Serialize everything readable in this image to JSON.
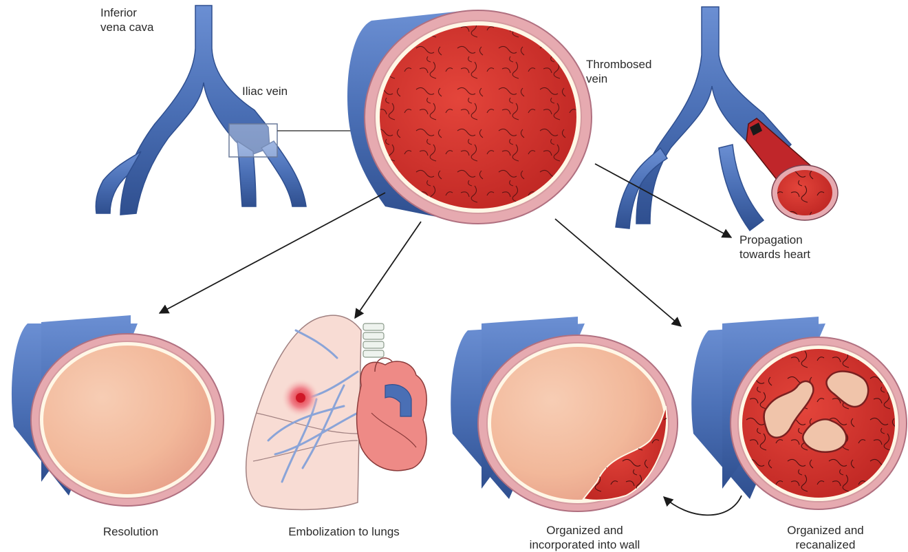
{
  "labels": {
    "ivc_line1": "Inferior",
    "ivc_line2": "vena cava",
    "iliac": "Iliac vein",
    "thrombosed_line1": "Thrombosed",
    "thrombosed_line2": "vein",
    "propagation_line1": "Propagation",
    "propagation_line2": "towards heart",
    "resolution": "Resolution",
    "embolization": "Embolization to lungs",
    "organized_wall_line1": "Organized and",
    "organized_wall_line2": "incorporated into wall",
    "organized_recan_line1": "Organized and",
    "organized_recan_line2": "recanalized"
  },
  "colors": {
    "vein_blue": "#4a6fb5",
    "vein_blue_dark": "#2f4f8f",
    "wall_pink": "#e6aab0",
    "thrombus_red": "#d8312c",
    "lumen_peach": "#f2b89a",
    "arrow": "#1a1a1a"
  }
}
